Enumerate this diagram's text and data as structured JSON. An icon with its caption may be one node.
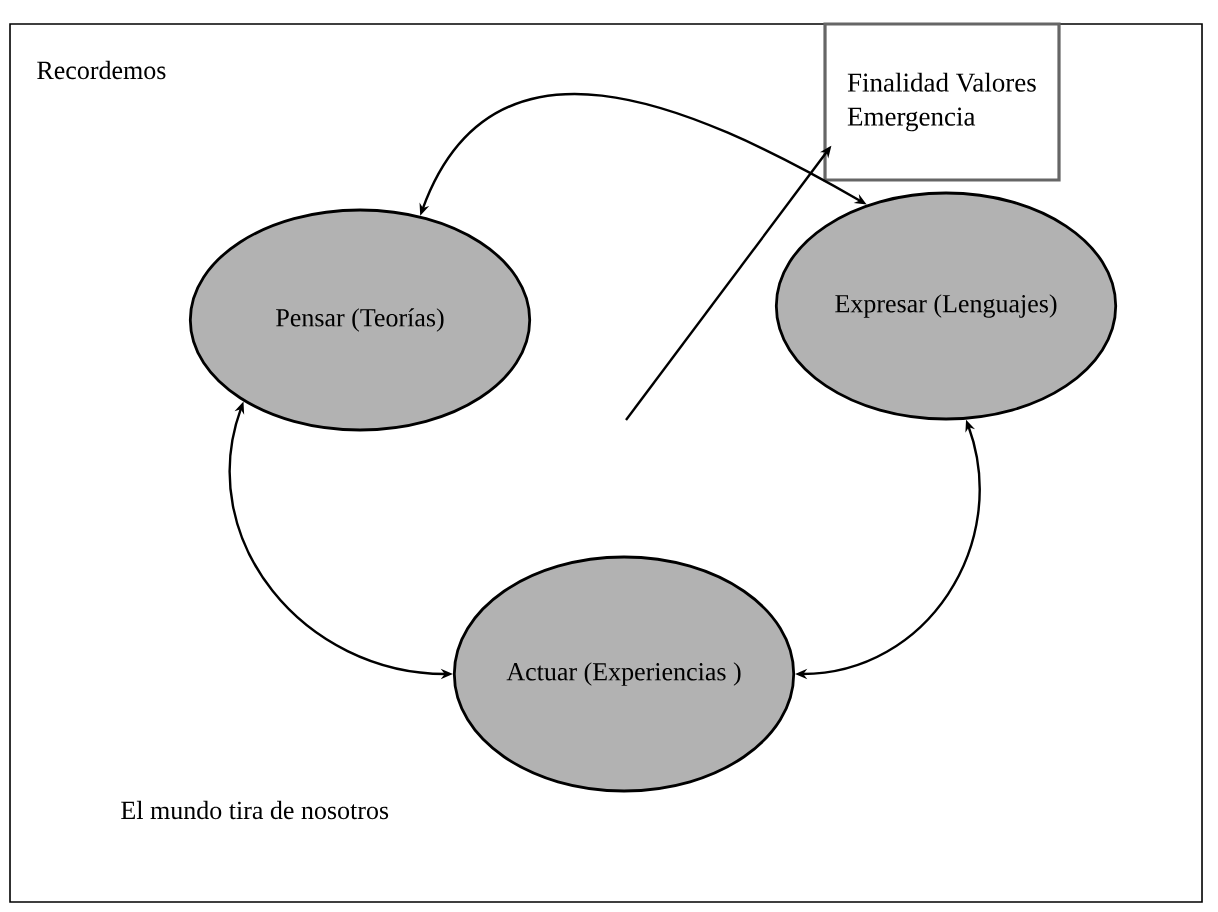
{
  "diagram": {
    "nodes": [
      {
        "text": [
          "Pensar (Teorías)"
        ]
      },
      {
        "text": [
          "Expresar (Lenguajes)"
        ]
      },
      {
        "text": [
          "Actuar (Experiencias )"
        ]
      },
      {
        "text": [
          "Finalidad Valores Emergencia"
        ]
      }
    ],
    "edges": [
      {
        "from": 0,
        "to": 1,
        "arrow": "both"
      },
      {
        "from": 0,
        "to": 2,
        "arrow": "both"
      },
      {
        "from": 1,
        "to": 2,
        "arrow": "both"
      },
      {
        "from": null,
        "to": 3,
        "arrow": "to"
      }
    ],
    "labels": [
      "Recordemos",
      "El mundo tira de nosotros"
    ]
  }
}
